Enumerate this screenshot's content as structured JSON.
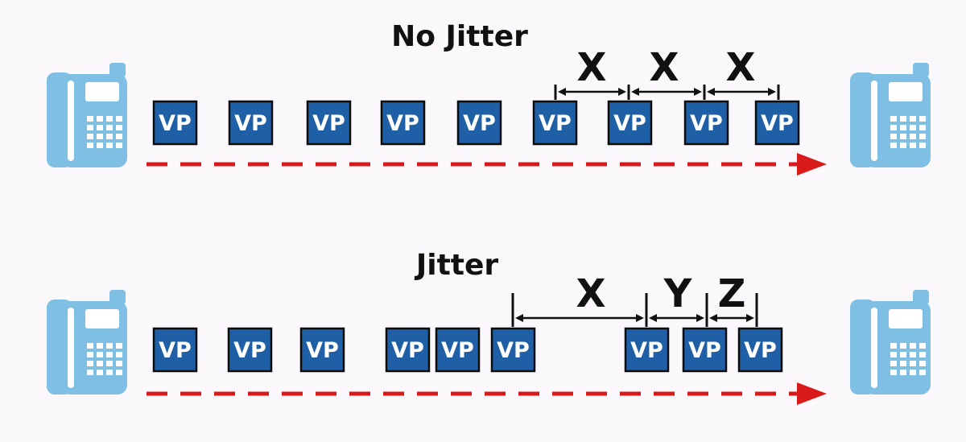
{
  "colors": {
    "background": "#faf8fb",
    "packet_fill": "#1f5fa6",
    "packet_border": "#0c0c0c",
    "packet_text": "#ffffff",
    "flow_arrow": "#d91a1a",
    "phone": "#7ebfe3",
    "text": "#111111"
  },
  "icons": {
    "sender": "desk-phone-icon",
    "receiver": "desk-phone-icon"
  },
  "diagrams": [
    {
      "id": "no-jitter",
      "title": "No Jitter",
      "packet_label": "VP",
      "packet_count": 9,
      "gap_labels": [
        "X",
        "X",
        "X"
      ]
    },
    {
      "id": "jitter",
      "title": "Jitter",
      "packet_label": "VP",
      "packet_count": 9,
      "gap_labels": [
        "X",
        "Y",
        "Z"
      ]
    }
  ]
}
